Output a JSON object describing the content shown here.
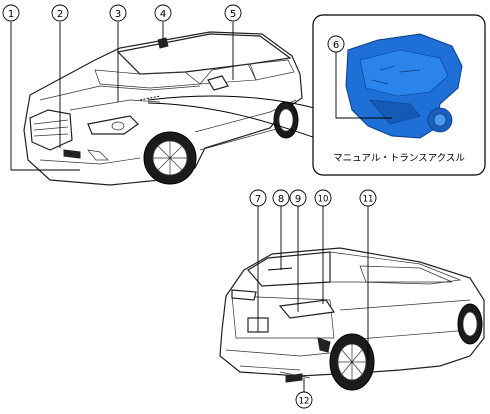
{
  "diagram": {
    "callouts": [
      {
        "id": "c1",
        "label": "1"
      },
      {
        "id": "c2",
        "label": "2"
      },
      {
        "id": "c3",
        "label": "3"
      },
      {
        "id": "c4",
        "label": "4"
      },
      {
        "id": "c5",
        "label": "5"
      },
      {
        "id": "c6",
        "label": "6"
      },
      {
        "id": "c7",
        "label": "7"
      },
      {
        "id": "c8",
        "label": "8"
      },
      {
        "id": "c9",
        "label": "9"
      },
      {
        "id": "c10",
        "label": "10"
      },
      {
        "id": "c11",
        "label": "11"
      },
      {
        "id": "c12",
        "label": "12"
      }
    ],
    "transaxle_caption": "マニュアル・トランスアクスル",
    "colors": {
      "line": "#000000",
      "transaxle_blue": "#1e6fd6",
      "transaxle_dark": "#0b3f8c",
      "inset_border": "#000000"
    }
  }
}
